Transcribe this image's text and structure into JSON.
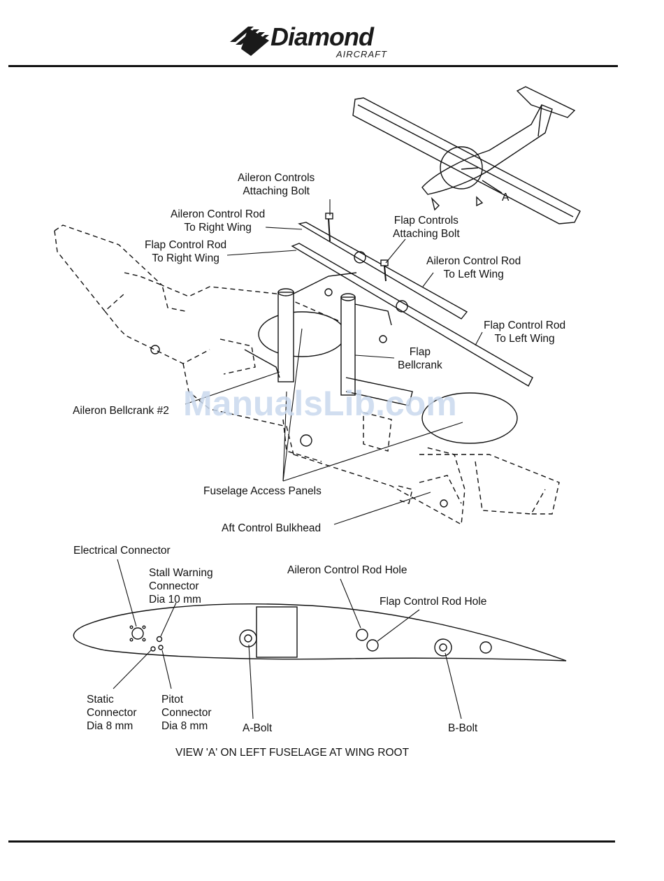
{
  "header": {
    "brand_name": "Diamond",
    "brand_sub": "AIRCRAFT"
  },
  "labels": {
    "aileron_controls_attaching_bolt": "Aileron Controls\nAttaching Bolt",
    "aileron_rod_right": "Aileron Control Rod\nTo Right Wing",
    "flap_controls_attaching_bolt": "Flap Controls\nAttaching Bolt",
    "flap_rod_right": "Flap Control Rod\nTo Right Wing",
    "aileron_rod_left": "Aileron Control Rod\nTo Left Wing",
    "flap_rod_left": "Flap Control Rod\nTo Left Wing",
    "flap_bellcrank": "Flap\nBellcrank",
    "aileron_bellcrank_2": "Aileron Bellcrank #2",
    "fuselage_access_panels": "Fuselage Access Panels",
    "aft_control_bulkhead": "Aft Control Bulkhead",
    "view_marker": "A",
    "electrical_connector": "Electrical Connector",
    "stall_warning_connector": "Stall Warning\nConnector\nDia 10 mm",
    "aileron_rod_hole": "Aileron Control Rod Hole",
    "flap_rod_hole": "Flap Control Rod Hole",
    "static_connector": "Static\nConnector\nDia 8 mm",
    "pitot_connector": "Pitot\nConnector\nDia 8 mm",
    "a_bolt": "A-Bolt",
    "b_bolt": "B-Bolt"
  },
  "caption": "VIEW 'A' ON LEFT FUSELAGE AT WING ROOT",
  "watermark": "ManualsLib.com"
}
